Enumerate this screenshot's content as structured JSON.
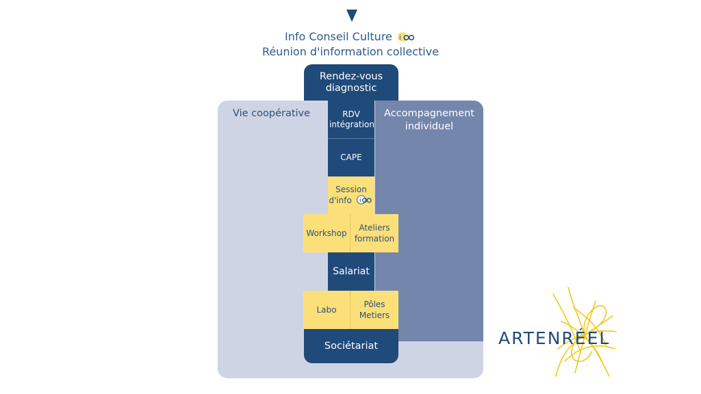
{
  "header": {
    "line1": "Info Conseil Culture",
    "line2": "Réunion d'information collective",
    "ico_badge": "icc"
  },
  "flow": {
    "rdv_diagnostic": "Rendez-vous diagnostic",
    "rdv_integration": "RDV intégration",
    "cape": "CAPE",
    "session_info": "Session d'info",
    "workshop": "Workshop",
    "ateliers_formation": "Ateliers formation",
    "salariat": "Salariat",
    "labo": "Labo",
    "poles_metiers": "Pôles Metiers",
    "societariat": "Sociétariat"
  },
  "panels": {
    "vie_cooperative": "Vie coopérative",
    "accompagnement": "Accompagnement individuel"
  },
  "logo": {
    "text": "ARTENRÉEL"
  },
  "colors": {
    "dark_blue": "#1f4a7a",
    "yellow": "#fbe07a",
    "light_panel": "#cfd4e4",
    "mid_panel": "#7486ac"
  }
}
